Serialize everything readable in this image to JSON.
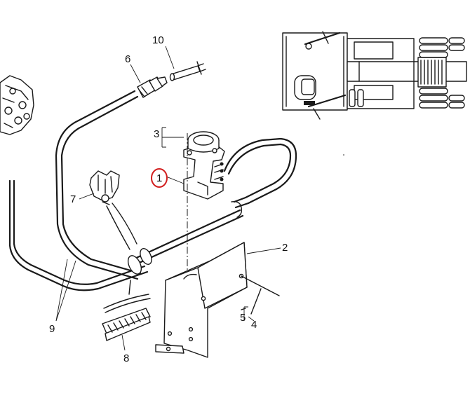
{
  "callouts": {
    "c1": "1",
    "c2": "2",
    "c3": "3",
    "c4": "4",
    "c5": "5",
    "c6": "6",
    "c7": "7",
    "c8": "8",
    "c9": "9",
    "c10": "10"
  },
  "highlight": {
    "target": "1",
    "color": "#d21e1e"
  },
  "colors": {
    "line": "#1a1a1a",
    "background": "#ffffff"
  }
}
